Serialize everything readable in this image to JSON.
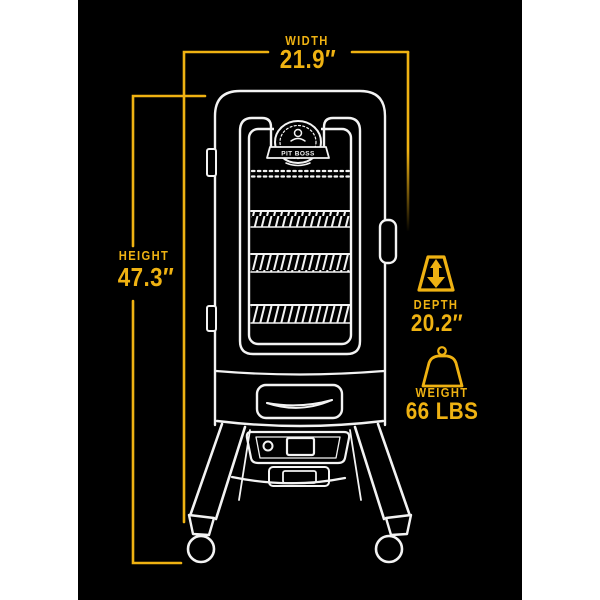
{
  "canvas": {
    "page_background": "#ffffff",
    "background": "#000000"
  },
  "colors": {
    "accent_yellow": "#EFB212",
    "line_white": "#F3F3F3"
  },
  "dimensions": {
    "width": {
      "label": "WIDTH",
      "value": "21.9″"
    },
    "height": {
      "label": "HEIGHT",
      "value": "47.3″"
    },
    "depth": {
      "label": "DEPTH",
      "value": "20.2″"
    },
    "weight": {
      "label": "WEIGHT",
      "value": "66 LBS"
    }
  },
  "logo": {
    "text": "PIT BOSS"
  },
  "icons": {
    "depth": "depth-double-arrow-icon",
    "weight": "weight-block-icon"
  }
}
